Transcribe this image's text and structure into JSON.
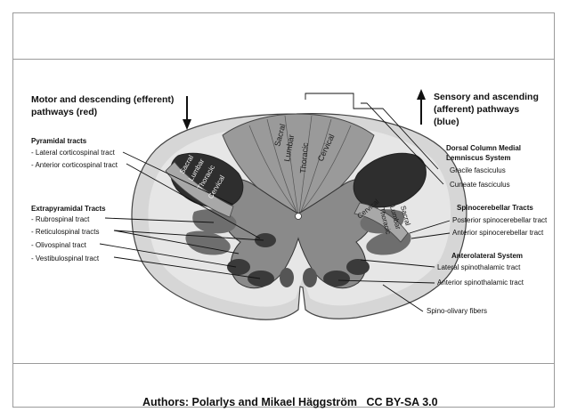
{
  "left_heading": [
    "Motor and descending (efferent)",
    "pathways  (red)"
  ],
  "right_heading": [
    "Sensory and ascending",
    "(afferent) pathways",
    "(blue)"
  ],
  "pyramidal": {
    "title": "Pyramidal tracts",
    "items": [
      "- Lateral corticospinal tract",
      "- Anterior corticospinal tract"
    ]
  },
  "extrapyramidal": {
    "title": "Extrapyramidal Tracts",
    "items": [
      "- Rubrospinal tract",
      "- Reticulospinal tracts",
      "- Olivospinal tract",
      "- Vestibulospinal tract"
    ]
  },
  "dorsal_column": {
    "title": [
      "Dorsal Column Medial",
      "Lemniscus System"
    ],
    "items": [
      "Gracile fasciculus",
      "Cuneate fasciculus"
    ]
  },
  "spinocerebellar": {
    "title": "Spinocerebellar Tracts",
    "items": [
      "Posterior spinocerebellar tract",
      "Anterior spinocerebellar tract"
    ]
  },
  "anterolateral": {
    "title": "Anterolateral System",
    "items": [
      "Lateral spinothalamic tract",
      "Anterior spinothalamic tract"
    ]
  },
  "spino_olivary": "Spino-olivary fibers",
  "posterior_segments": [
    "Sacral",
    "Lumbar",
    "Thoracic",
    "Cervical"
  ],
  "left_lateral_segments": [
    "Sacral",
    "Lumbar",
    "Thoracic",
    "Cervical"
  ],
  "right_lateral_segments": [
    "Cervical",
    "Thoracic",
    "Lumbar",
    "Sacral"
  ],
  "credits": {
    "authors": "Authors: Polarlys and Mikael Häggström",
    "license": "CC BY-SA 3.0"
  },
  "colors": {
    "outer_tissue": "#d6d6d6",
    "gray_matter": "#8a8a8a",
    "dark_tract": "#2e2e2e",
    "mid_tract": "#6e6e6e"
  }
}
